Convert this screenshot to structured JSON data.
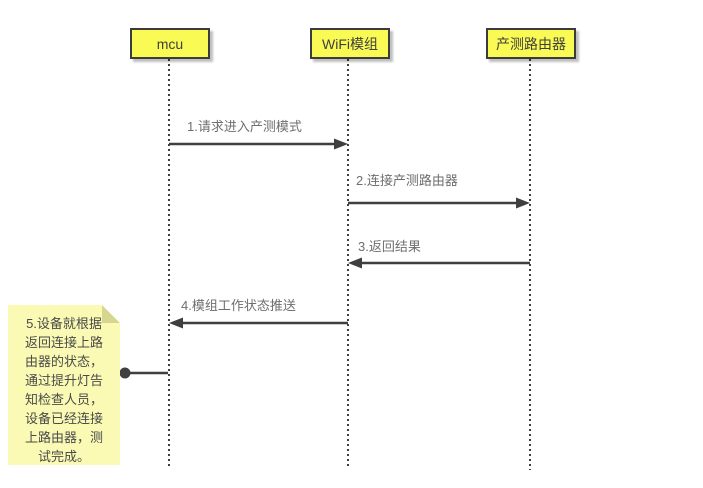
{
  "diagram": {
    "type": "sequence-diagram",
    "actors": [
      {
        "label": "mcu"
      },
      {
        "label": "WiFi模组"
      },
      {
        "label": "产测路由器"
      }
    ],
    "messages": [
      {
        "label": "1.请求进入产测模式",
        "from": "mcu",
        "to": "WiFi模组",
        "direction": "right"
      },
      {
        "label": "2.连接产测路由器",
        "from": "WiFi模组",
        "to": "产测路由器",
        "direction": "right"
      },
      {
        "label": "3.返回结果",
        "from": "产测路由器",
        "to": "WiFi模组",
        "direction": "left"
      },
      {
        "label": "4.模组工作状态推送",
        "from": "WiFi模组",
        "to": "mcu",
        "direction": "left"
      }
    ],
    "note": {
      "text": "5.设备就根据\n返回连接上路\n由器的状态，\n通过提升灯告\n知检查人员，\n设备已经连接\n上路由器，测\n试完成。",
      "attached_to": "mcu"
    },
    "colors": {
      "actor_fill": "#FAFA55",
      "actor_border": "#3C3C3C",
      "actor_text": "#3F3F3F",
      "note_fill": "#FAFAB4",
      "note_fold": "#D6D68E",
      "note_text": "#4A4A4A",
      "line_color": "#3F3F3F",
      "label_color": "#6E6E6E"
    }
  }
}
